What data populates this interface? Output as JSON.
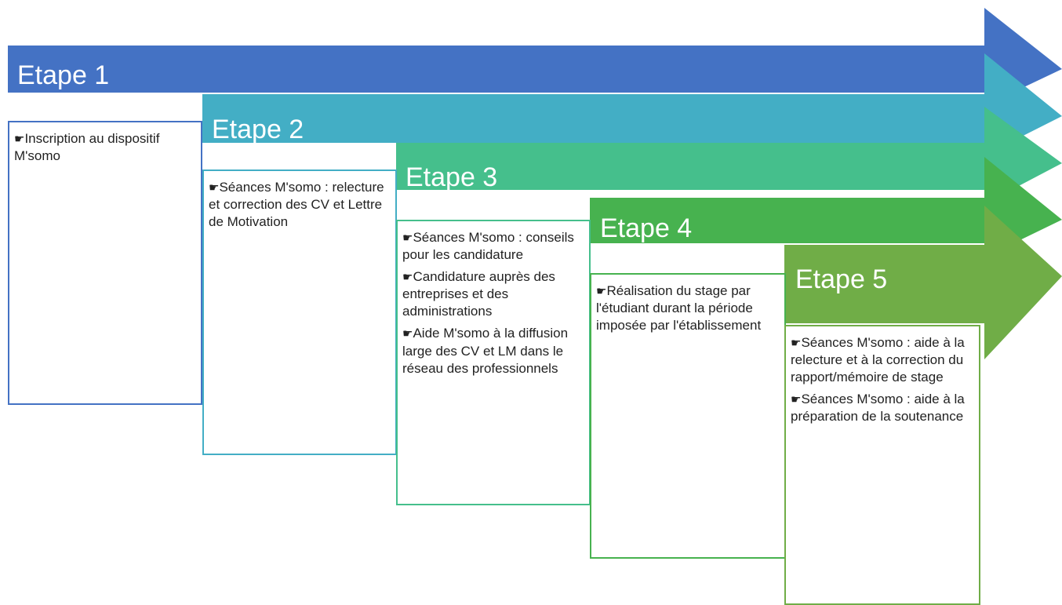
{
  "steps": [
    {
      "title": "Etape 1",
      "color": "#4472c4",
      "items": [
        "Inscription au dispositif M'somo"
      ]
    },
    {
      "title": "Etape 2",
      "color": "#43aec5",
      "items": [
        "Séances M'somo : relecture et correction des CV et Lettre de Motivation"
      ]
    },
    {
      "title": "Etape 3",
      "color": "#45bf8c",
      "items": [
        "Séances M'somo : conseils pour les candidature",
        "Candidature auprès des entreprises et des administrations",
        "Aide M'somo à la diffusion large des CV et LM dans le réseau des professionnels"
      ]
    },
    {
      "title": "Etape 4",
      "color": "#47b24f",
      "items": [
        "Réalisation du stage par l'étudiant durant la période imposée par l'établissement"
      ]
    },
    {
      "title": "Etape 5",
      "color": "#70ad47",
      "items": [
        "Séances M'somo : aide à la relecture et à la correction du rapport/mémoire de stage",
        "Séances M'somo : aide à la préparation de la soutenance"
      ]
    }
  ],
  "bullet_icon": "pointing-hand-icon"
}
